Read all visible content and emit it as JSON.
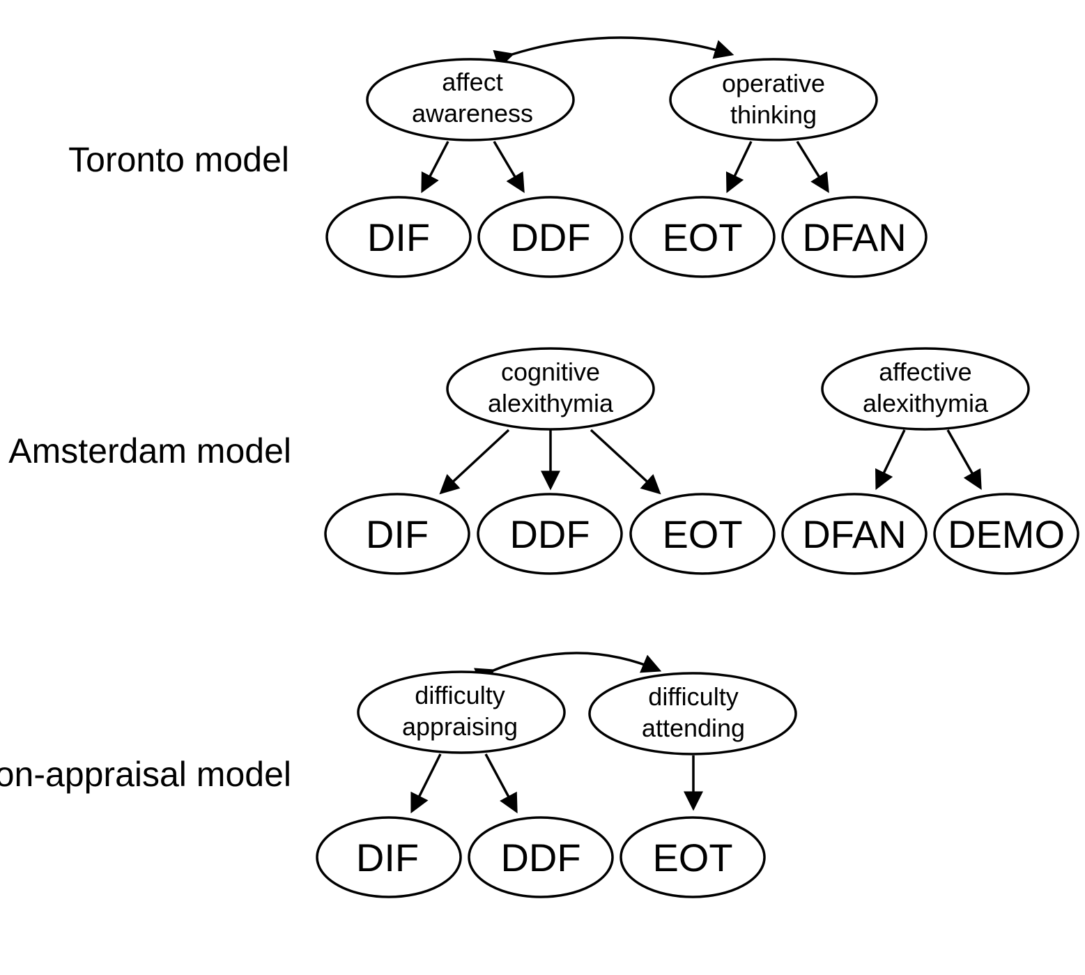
{
  "models": [
    {
      "label": "Toronto model",
      "factors": [
        {
          "lines": [
            "affect",
            "awareness"
          ],
          "items": [
            "DIF",
            "DDF"
          ]
        },
        {
          "lines": [
            "operative",
            "thinking"
          ],
          "items": [
            "EOT",
            "DFAN"
          ]
        }
      ],
      "factor_correlation": true
    },
    {
      "label": "Amsterdam model",
      "factors": [
        {
          "lines": [
            "cognitive",
            "alexithymia"
          ],
          "items": [
            "DIF",
            "DDF",
            "EOT"
          ]
        },
        {
          "lines": [
            "affective",
            "alexithymia"
          ],
          "items": [
            "DFAN",
            "DEMO"
          ]
        }
      ],
      "factor_correlation": false
    },
    {
      "label": "Attention-appraisal model",
      "factors": [
        {
          "lines": [
            "difficulty",
            "appraising"
          ],
          "items": [
            "DIF",
            "DDF"
          ]
        },
        {
          "lines": [
            "difficulty",
            "attending"
          ],
          "items": [
            "EOT"
          ]
        }
      ],
      "factor_correlation": true
    }
  ],
  "colors": {
    "line": "#000000",
    "fill": "#ffffff",
    "background": "#ffffff"
  }
}
